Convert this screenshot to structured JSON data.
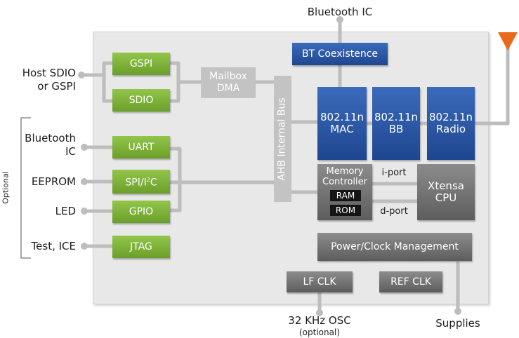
{
  "external": {
    "bluetooth_top": "Bluetooth IC",
    "host_line1": "Host SDIO",
    "host_line2": "or GSPI",
    "bt_left_line1": "Bluetooth",
    "bt_left_line2": "IC",
    "eeprom": "EEPROM",
    "led": "LED",
    "test_ice": "Test, ICE",
    "optional_side": "Optional",
    "osc_line1": "32 KHz OSC",
    "osc_line2": "(optional)",
    "supplies": "Supplies"
  },
  "blocks": {
    "gspi": "GSPI",
    "sdio": "SDIO",
    "uart": "UART",
    "spi_i2c_pre": "SPI/I",
    "spi_i2c_sup": "2",
    "spi_i2c_post": "C",
    "gpio": "GPIO",
    "jtag": "JTAG",
    "mailbox_line1": "Mailbox",
    "mailbox_line2": "DMA",
    "ahb_bus": "AHB Internal Bus",
    "bt_coexistence": "BT Coexistence",
    "mac_line1": "802.11n",
    "mac_line2": "MAC",
    "bb_line1": "802.11n",
    "bb_line2": "BB",
    "radio_line1": "802.11n",
    "radio_line2": "Radio",
    "memctl_line1": "Memory",
    "memctl_line2": "Controller",
    "ram": "RAM",
    "rom": "ROM",
    "i_port": "i-port",
    "d_port": "d-port",
    "cpu_line1": "Xtensa",
    "cpu_line2": "CPU",
    "power_clock": "Power/Clock Management",
    "lf_clk": "LF CLK",
    "ref_clk": "REF CLK"
  },
  "colors": {
    "interface_green": "#7cb23a",
    "wifi_blue": "#2a55a3",
    "core_grey": "#707070",
    "antenna_orange": "#e86a1a",
    "connector_grey": "#bdbdbd"
  }
}
